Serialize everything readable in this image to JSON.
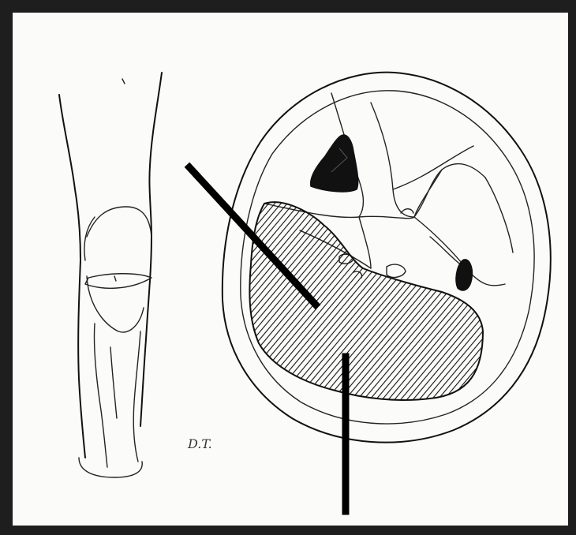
{
  "figure": {
    "initials": "D.T."
  },
  "colors": {
    "background_frame": "#1e1e1e",
    "paper": "#fbfbfa",
    "ink": "#111111",
    "pointer": "#000000"
  },
  "icons": [
    "leg-posterior-view-drawing",
    "calf-cross-section-drawing",
    "diagonal-pointer-line",
    "vertical-pointer-line"
  ]
}
